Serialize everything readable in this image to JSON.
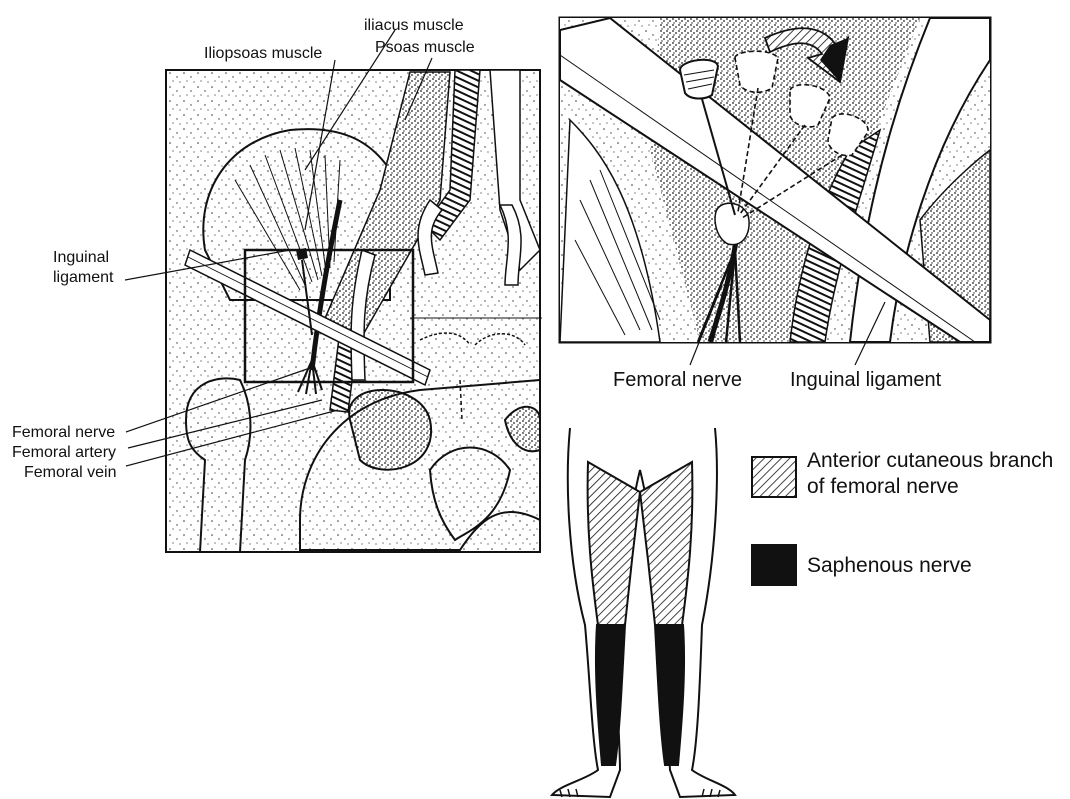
{
  "labels": {
    "iliopsoas": "Iliopsoas muscle",
    "iliacus": "iliacus muscle",
    "psoas": "Psoas muscle",
    "inguinal_line1": "Inguinal",
    "inguinal_line2": "ligament",
    "femoral_nerve": "Femoral nerve",
    "femoral_artery": "Femoral artery",
    "femoral_vein": "Femoral vein",
    "inset_femoral_nerve": "Femoral nerve",
    "inset_inguinal_ligament": "Inguinal ligament"
  },
  "legend": {
    "items": [
      {
        "label_line1": "Anterior cutaneous branch",
        "label_line2": "of femoral nerve",
        "swatch": "hatched"
      },
      {
        "label_line1": "Saphenous nerve",
        "label_line2": "",
        "swatch": "solid-black"
      }
    ]
  },
  "colors": {
    "ink": "#111111",
    "paper": "#ffffff"
  }
}
